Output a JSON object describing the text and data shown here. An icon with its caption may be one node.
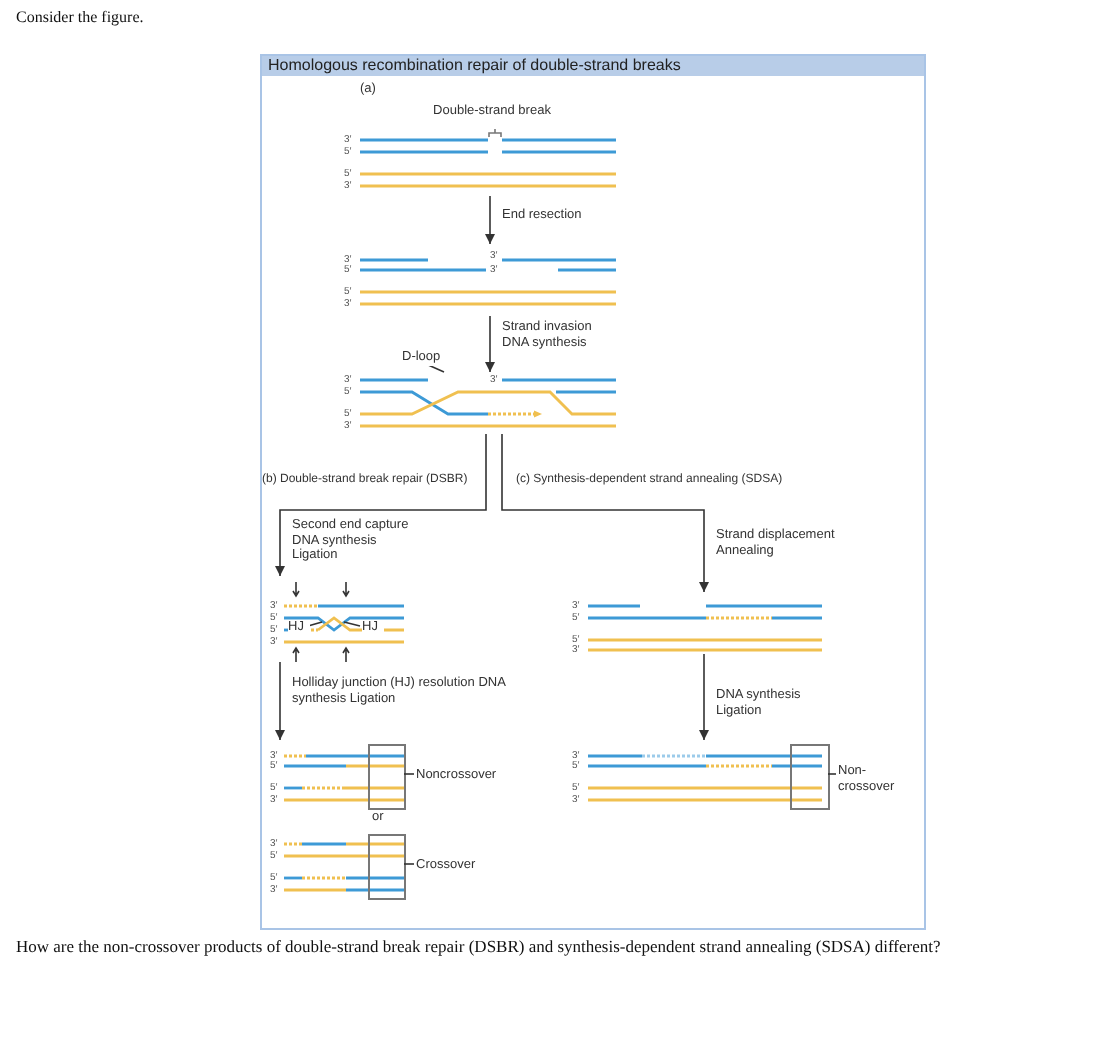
{
  "diagram": {
    "nodes": [
      {
        "text": [
          "Homologous recombination repair of double-strand breaks"
        ]
      },
      {
        "text": [
          "3′",
          "5′",
          "5′",
          "3′"
        ],
        "in": 0
      },
      {
        "text": [
          "3′",
          "5′",
          "3′",
          "3′",
          "5′",
          "3′"
        ],
        "in": 0
      },
      {
        "text": [
          "3′",
          "5′",
          "3′",
          "5′",
          "3′"
        ],
        "in": 0
      },
      {
        "text": [
          "D-loop"
        ],
        "in": 0
      },
      {
        "text": [
          "3′",
          "5′",
          "5′",
          "3′"
        ],
        "in": 0
      },
      {
        "text": [
          "HJ"
        ],
        "in": 5
      },
      {
        "text": [
          "HJ"
        ],
        "in": 5
      },
      {
        "text": [
          "3′",
          "5′",
          "5′",
          "3′"
        ],
        "in": 0
      },
      {
        "text": [
          "3′",
          "5′",
          "5′",
          "3′"
        ],
        "in": 0
      },
      {
        "text": [],
        "shape": "box",
        "in": 9
      },
      {
        "text": [
          "Noncrossover"
        ],
        "in": 0
      },
      {
        "text": [
          "3′",
          "5′",
          "5′",
          "3′"
        ],
        "in": 0
      },
      {
        "text": [],
        "shape": "box",
        "in": 12
      },
      {
        "text": [
          "Crossover"
        ],
        "in": 0
      },
      {
        "text": [
          "3′",
          "5′",
          "5′",
          "3′"
        ],
        "in": 0
      },
      {
        "text": [],
        "shape": "box",
        "in": 15
      },
      {
        "text": [
          "Non-crossover"
        ],
        "in": 0
      }
    ],
    "edges": [
      {
        "from": 1,
        "to": 2,
        "arrow": "to",
        "label": "End resection"
      },
      {
        "from": 2,
        "to": 3,
        "arrow": "to",
        "label": "Strand invasion DNA synthesis"
      },
      {
        "from": 3,
        "to": 5,
        "arrow": "to",
        "label": "Second end capture DNA synthesis Ligation"
      },
      {
        "from": 3,
        "to": 8,
        "arrow": "to",
        "label": "Strand displacement Annealing"
      },
      {
        "from": 5,
        "to": 9,
        "arrow": "to",
        "label": "Holliday junction (HJ) resolution DNA synthesis Ligation"
      },
      {
        "from": 8,
        "to": 15,
        "arrow": "to",
        "label": "DNA synthesis Ligation"
      },
      {
        "from": 4,
        "to": 3,
        "arrow": "none"
      },
      {
        "from": 6,
        "to": null,
        "arrow": "none"
      },
      {
        "from": 7,
        "to": null,
        "arrow": "none"
      },
      {
        "from": 11,
        "to": 10,
        "arrow": "none"
      },
      {
        "from": 14,
        "to": 13,
        "arrow": "none"
      },
      {
        "from": 17,
        "to": 16,
        "arrow": "none"
      }
    ],
    "labels": [
      "Consider the figure.",
      "(a)",
      "Double-strand break",
      "(b) Double-strand break repair (DSBR)",
      "(c) Synthesis-dependent strand annealing (SDSA)",
      "or",
      "How are the non-crossover products of double-strand break repair (DSBR) and synthesis-dependent strand annealing (SDSA) different?"
    ]
  }
}
